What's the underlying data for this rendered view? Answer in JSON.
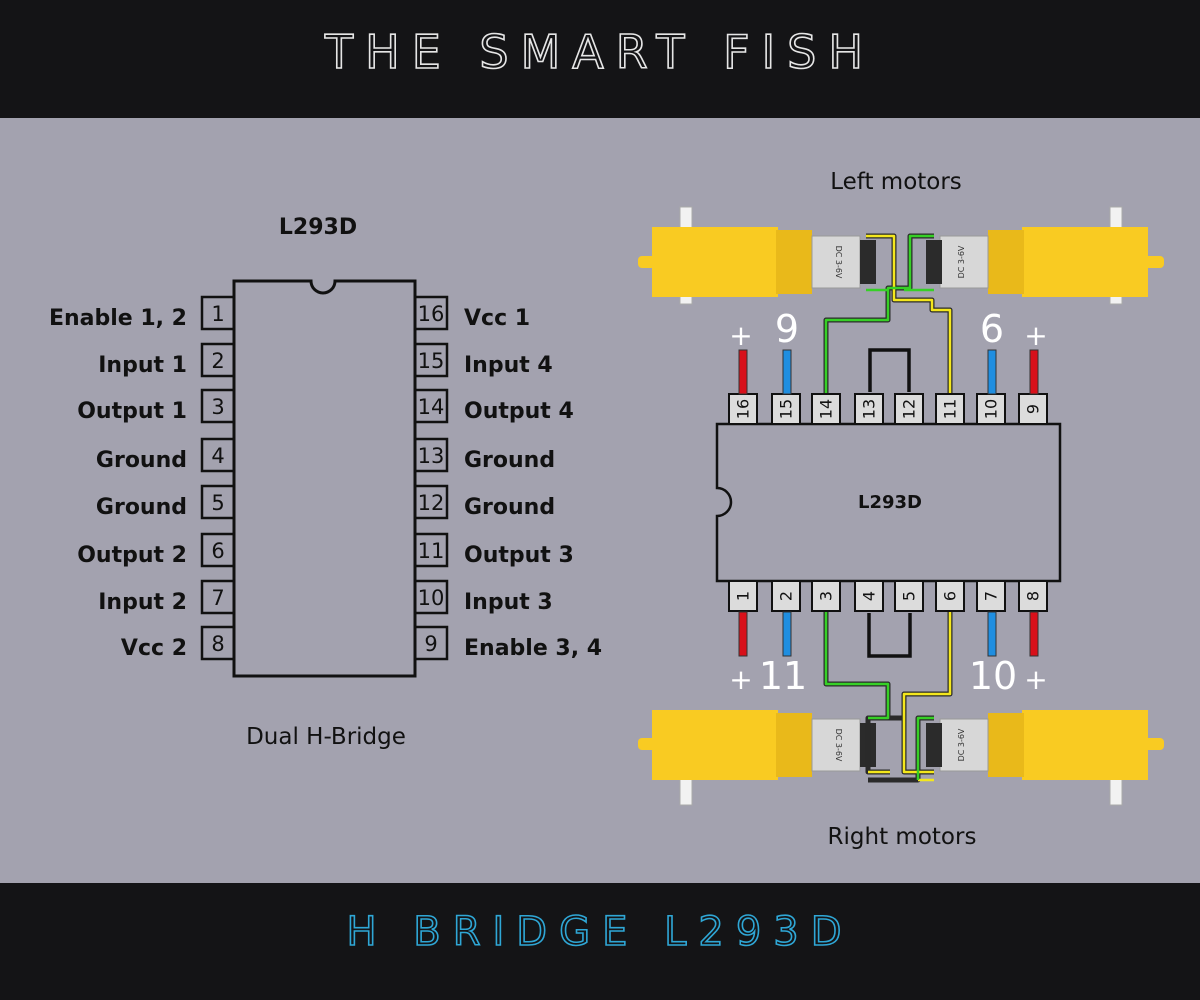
{
  "header": {
    "title": "THE SMART FISH"
  },
  "footer": {
    "title": "H BRIDGE L293D"
  },
  "left_diagram": {
    "chip_label": "L293D",
    "caption": "Dual H-Bridge",
    "left_pins": [
      {
        "num": "1",
        "label": "Enable 1, 2"
      },
      {
        "num": "2",
        "label": "Input 1"
      },
      {
        "num": "3",
        "label": "Output 1"
      },
      {
        "num": "4",
        "label": "Ground"
      },
      {
        "num": "5",
        "label": "Ground"
      },
      {
        "num": "6",
        "label": "Output 2"
      },
      {
        "num": "7",
        "label": "Input 2"
      },
      {
        "num": "8",
        "label": "Vcc 2"
      }
    ],
    "right_pins": [
      {
        "num": "16",
        "label": "Vcc 1"
      },
      {
        "num": "15",
        "label": "Input 4"
      },
      {
        "num": "14",
        "label": "Output 4"
      },
      {
        "num": "13",
        "label": "Ground"
      },
      {
        "num": "12",
        "label": "Ground"
      },
      {
        "num": "11",
        "label": "Output 3"
      },
      {
        "num": "10",
        "label": "Input 3"
      },
      {
        "num": "9",
        "label": "Enable 3, 4"
      }
    ]
  },
  "right_diagram": {
    "chip_label": "L293D",
    "top_caption": "Left motors",
    "bottom_caption": "Right motors",
    "top_pins": [
      "16",
      "15",
      "14",
      "13",
      "12",
      "11",
      "10",
      "9"
    ],
    "bottom_pins": [
      "1",
      "2",
      "3",
      "4",
      "5",
      "6",
      "7",
      "8"
    ],
    "top_left_plus": "+",
    "top_left_num": "9",
    "top_right_num": "6",
    "top_right_plus": "+",
    "bottom_left_plus": "+",
    "bottom_left_num": "11",
    "bottom_right_num": "10",
    "bottom_right_plus": "+",
    "motor_text_a": "DC 3-6V",
    "motor_text_b": "DC 3-6V",
    "motor_text_c": "DC 3-6V",
    "motor_text_d": "DC 3-6V"
  },
  "colors": {
    "band": "#141416",
    "panel": "#a3a2af",
    "power_wire": "#d8101a",
    "signal_wire": "#1f8ee0",
    "wire_green": "#36d026",
    "wire_yellow": "#f4e71c",
    "motor_yellow": "#f9cb22"
  }
}
